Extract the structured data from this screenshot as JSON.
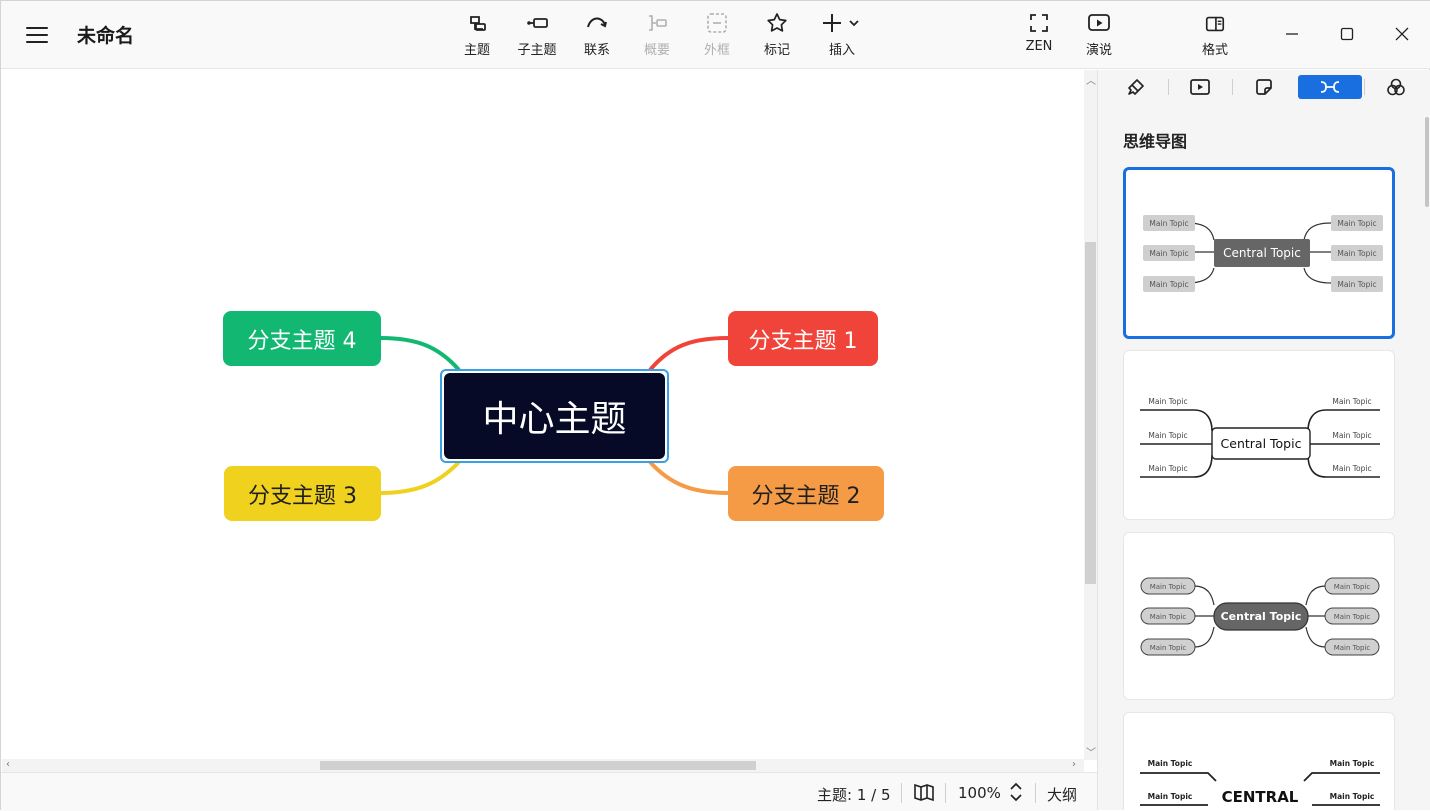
{
  "header": {
    "doc_title": "未命名",
    "tools": [
      {
        "label": "主题",
        "icon": "topic-icon",
        "enabled": true
      },
      {
        "label": "子主题",
        "icon": "subtopic-icon",
        "enabled": true
      },
      {
        "label": "联系",
        "icon": "relationship-icon",
        "enabled": true
      },
      {
        "label": "概要",
        "icon": "summary-icon",
        "enabled": false
      },
      {
        "label": "外框",
        "icon": "boundary-icon",
        "enabled": false
      },
      {
        "label": "标记",
        "icon": "star-icon",
        "enabled": true
      },
      {
        "label": "插入",
        "icon": "plus-icon",
        "enabled": true
      }
    ],
    "right_tools": [
      {
        "label": "ZEN",
        "icon": "fullscreen-icon"
      },
      {
        "label": "演说",
        "icon": "play-icon"
      },
      {
        "label": "格式",
        "icon": "format-panel-icon",
        "active": true
      }
    ]
  },
  "mindmap": {
    "central": "中心主题",
    "branches": [
      {
        "label": "分支主题 1",
        "color": "#f0433a",
        "text_color": "#ffffff"
      },
      {
        "label": "分支主题 2",
        "color": "#f59b45",
        "text_color": "#1f1f1f"
      },
      {
        "label": "分支主题 3",
        "color": "#efd11e",
        "text_color": "#1f1f1f"
      },
      {
        "label": "分支主题 4",
        "color": "#12b872",
        "text_color": "#ffffff"
      }
    ]
  },
  "statusbar": {
    "topic_count": "主题: 1 / 5",
    "zoom": "100%",
    "outline": "大纲"
  },
  "panel": {
    "tabs": [
      {
        "icon": "brush-icon",
        "active": false
      },
      {
        "icon": "slideshow-icon",
        "active": false
      },
      {
        "icon": "sticker-icon",
        "active": false
      },
      {
        "icon": "structure-icon",
        "active": true
      },
      {
        "icon": "theme-icon",
        "active": false
      }
    ],
    "title": "思维导图",
    "thumbnails": [
      {
        "central": "Central Topic",
        "topic": "Main Topic"
      },
      {
        "central": "Central Topic",
        "topic": "Main Topic"
      },
      {
        "central": "Central Topic",
        "topic": "Main Topic"
      },
      {
        "central": "CENTRAL",
        "topic": "Main Topic"
      }
    ]
  },
  "colors": {
    "accent": "#1a6fe0",
    "selection": "#3aa0e8",
    "central_fill": "#060a26"
  }
}
